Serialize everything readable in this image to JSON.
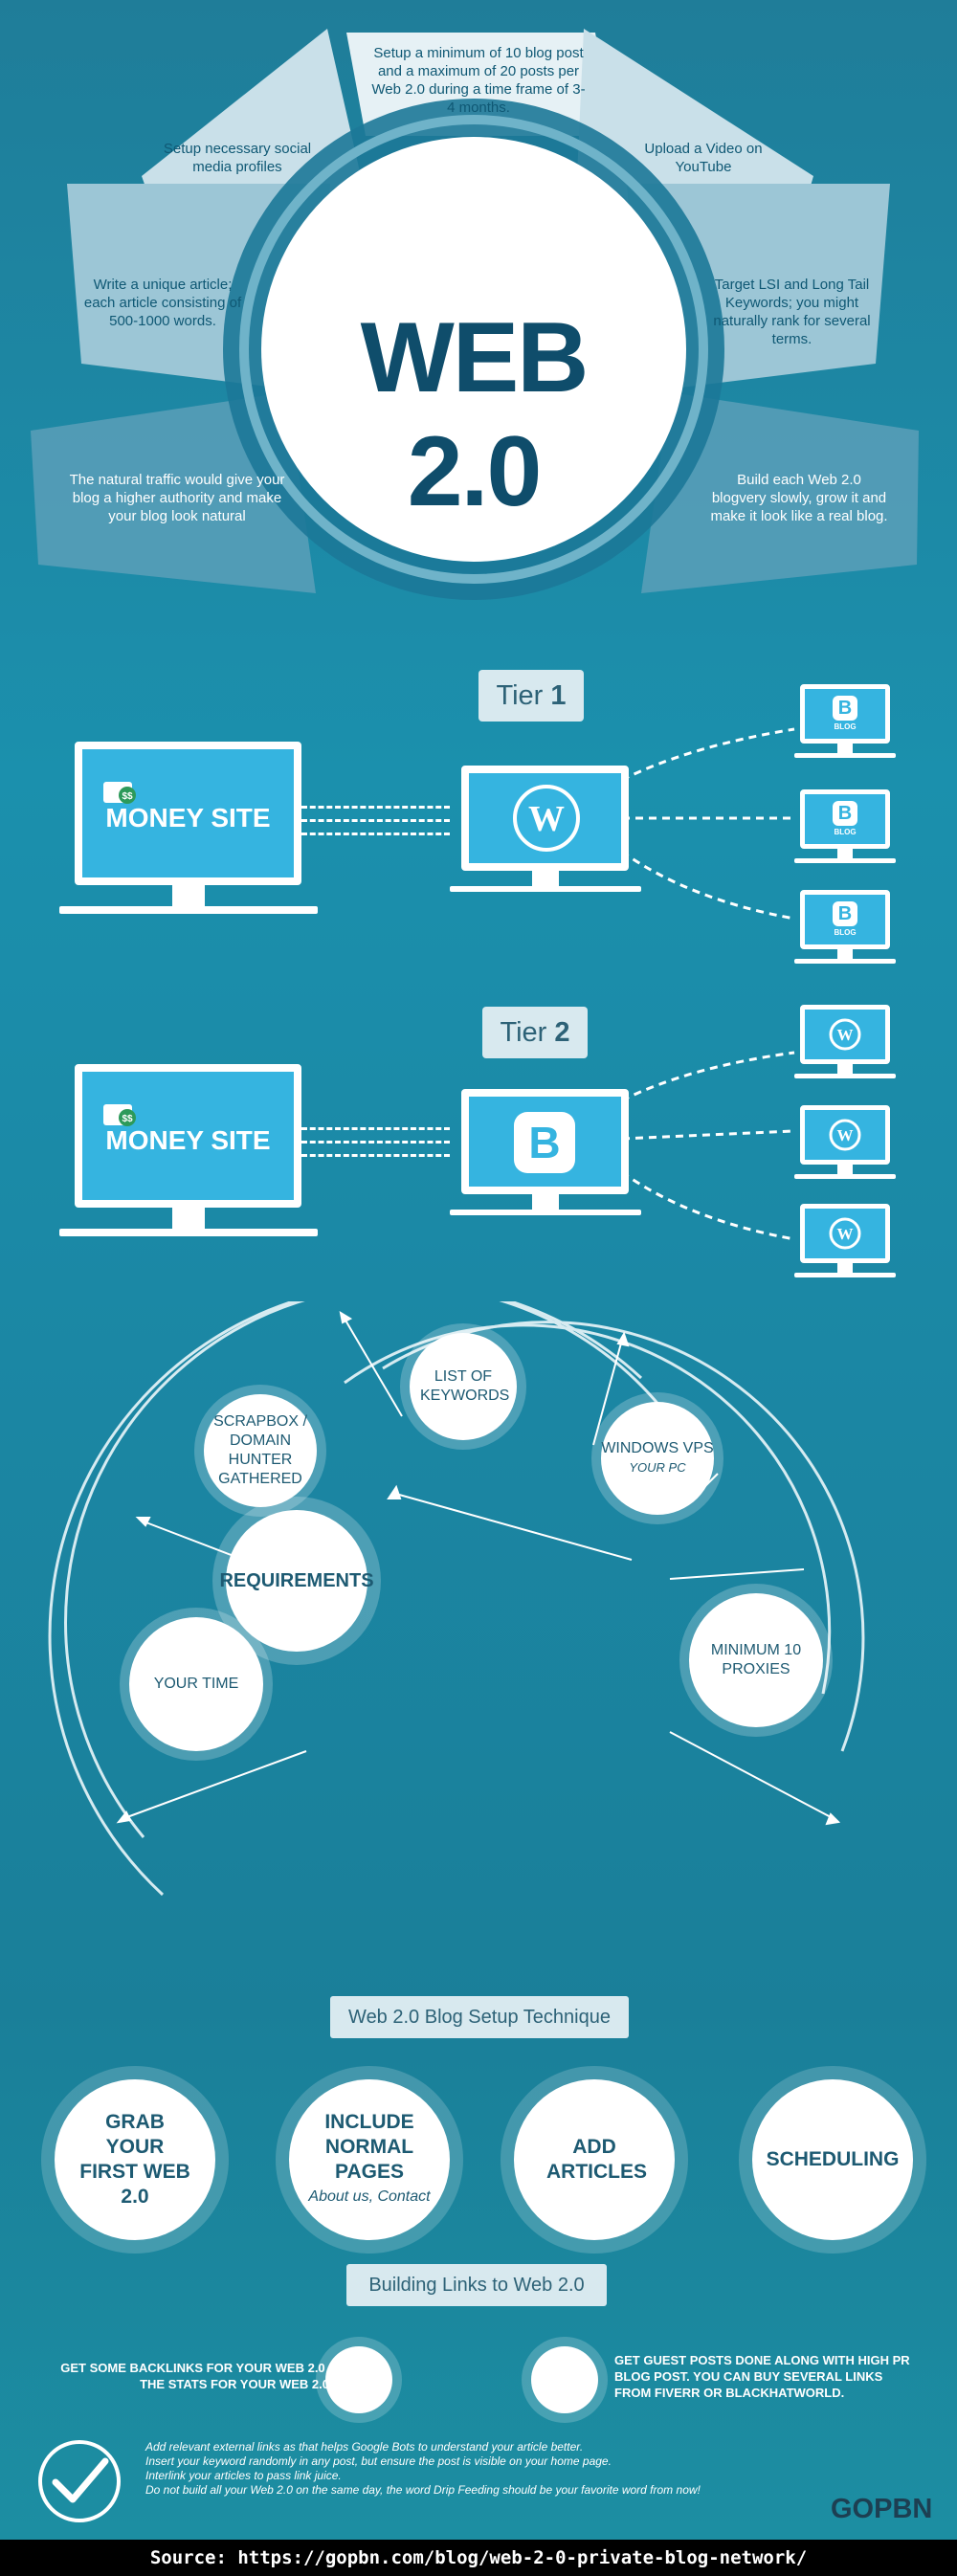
{
  "header": {
    "main_title": "WEB 2.0",
    "petals": {
      "top": "Setup a minimum of 10 blog post and a maximum of 20 posts per Web 2.0 during a time frame of 3-4 months.",
      "upper_left": "Setup necessary social media profiles",
      "upper_right": "Upload a Video on YouTube",
      "mid_left": "Write a unique article; each article consisting of 500-1000 words.",
      "mid_right": "Target LSI and Long Tail Keywords; you might naturally rank for several terms.",
      "low_left": "The natural traffic would give your blog a higher authority and make your blog look natural",
      "low_right": "Build each Web 2.0 blogvery slowly, grow it and make it look like a real blog."
    }
  },
  "tier1": {
    "label_prefix": "Tier",
    "label_number": "1",
    "money_site": "MONEY SITE",
    "money_icon_text": "$$",
    "center_icon": "wordpress-logo",
    "right_icon": "blogger-logo",
    "right_icon_text": "BLOG"
  },
  "tier2": {
    "label_prefix": "Tier",
    "label_number": "2",
    "money_site": "MONEY SITE",
    "money_icon_text": "$$",
    "center_icon": "blogger-logo",
    "right_icon": "wordpress-logo"
  },
  "requirements": {
    "center": "REQUIREMENTS",
    "items": [
      {
        "label": "LIST OF KEYWORDS",
        "sub": ""
      },
      {
        "label": "SCRAPBOX / DOMAIN HUNTER GATHERED",
        "sub": ""
      },
      {
        "label": "WINDOWS VPS",
        "sub": "YOUR PC"
      },
      {
        "label": "YOUR TIME",
        "sub": ""
      },
      {
        "label": "MINIMUM 10 PROXIES",
        "sub": ""
      }
    ]
  },
  "setup": {
    "heading": "Web 2.0 Blog Setup Technique",
    "steps": [
      {
        "label": "GRAB YOUR FIRST WEB 2.0",
        "sub": ""
      },
      {
        "label": "INCLUDE NORMAL PAGES",
        "sub": "About us, Contact"
      },
      {
        "label": "ADD ARTICLES",
        "sub": ""
      },
      {
        "label": "SCHEDULING",
        "sub": ""
      }
    ]
  },
  "links": {
    "heading": "Building Links to Web 2.0",
    "left_note": "GET SOME BACKLINKS FOR YOUR WEB 2.0 GET THE STATS FOR YOUR WEB 2.0 UP!",
    "right_note": "GET GUEST POSTS DONE ALONG WITH HIGH PR BLOG POST. YOU CAN BUY SEVERAL LINKS FROM FIVERR OR BLACKHATWORLD."
  },
  "tips": [
    "Add relevant external links as that helps Google Bots to understand your article better.",
    "Insert your keyword randomly in any post, but ensure the post is visible on your home page.",
    "Interlink your articles to pass link juice.",
    "Do not build all your Web 2.0 on the same day, the word Drip Feeding should be your favorite word from now!"
  ],
  "brand": "GOPBN",
  "source": "Source: https://gopbn.com/blog/web-2-0-private-blog-network/",
  "colors": {
    "background": "#1b8aa8",
    "screen": "#35b4e0",
    "dark_text": "#1d5a72",
    "title_text": "#0f4d6b"
  }
}
